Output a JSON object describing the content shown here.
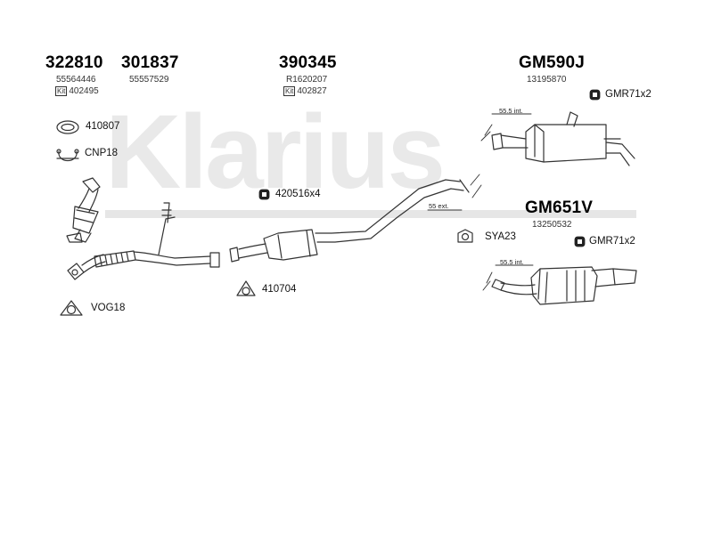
{
  "watermark": "Klarius",
  "parts": {
    "p322810": {
      "num": "322810",
      "oem": "55564446",
      "kit": "402495"
    },
    "p301837": {
      "num": "301837",
      "oem": "55557529"
    },
    "p390345": {
      "num": "390345",
      "oem": "R1620207",
      "kit": "402827"
    },
    "pGM590J": {
      "num": "GM590J",
      "oem": "13195870"
    },
    "pGM651V": {
      "num": "GM651V",
      "oem": "13250532"
    }
  },
  "kit_prefix": "Kit",
  "callouts": {
    "c410807": "410807",
    "cCNP18": "CNP18",
    "c420516": "420516x4",
    "c410704": "410704",
    "cVOG18": "VOG18",
    "cGMR71_top": "GMR71x2",
    "cSYA23": "SYA23",
    "cGMR71_bottom": "GMR71x2"
  },
  "dimensions": {
    "d_top": "55.5 int.",
    "d_ext": "55 ext.",
    "d_bottom": "55.5 int."
  },
  "colors": {
    "line": "#333333",
    "watermark": "#e9e9e9"
  }
}
